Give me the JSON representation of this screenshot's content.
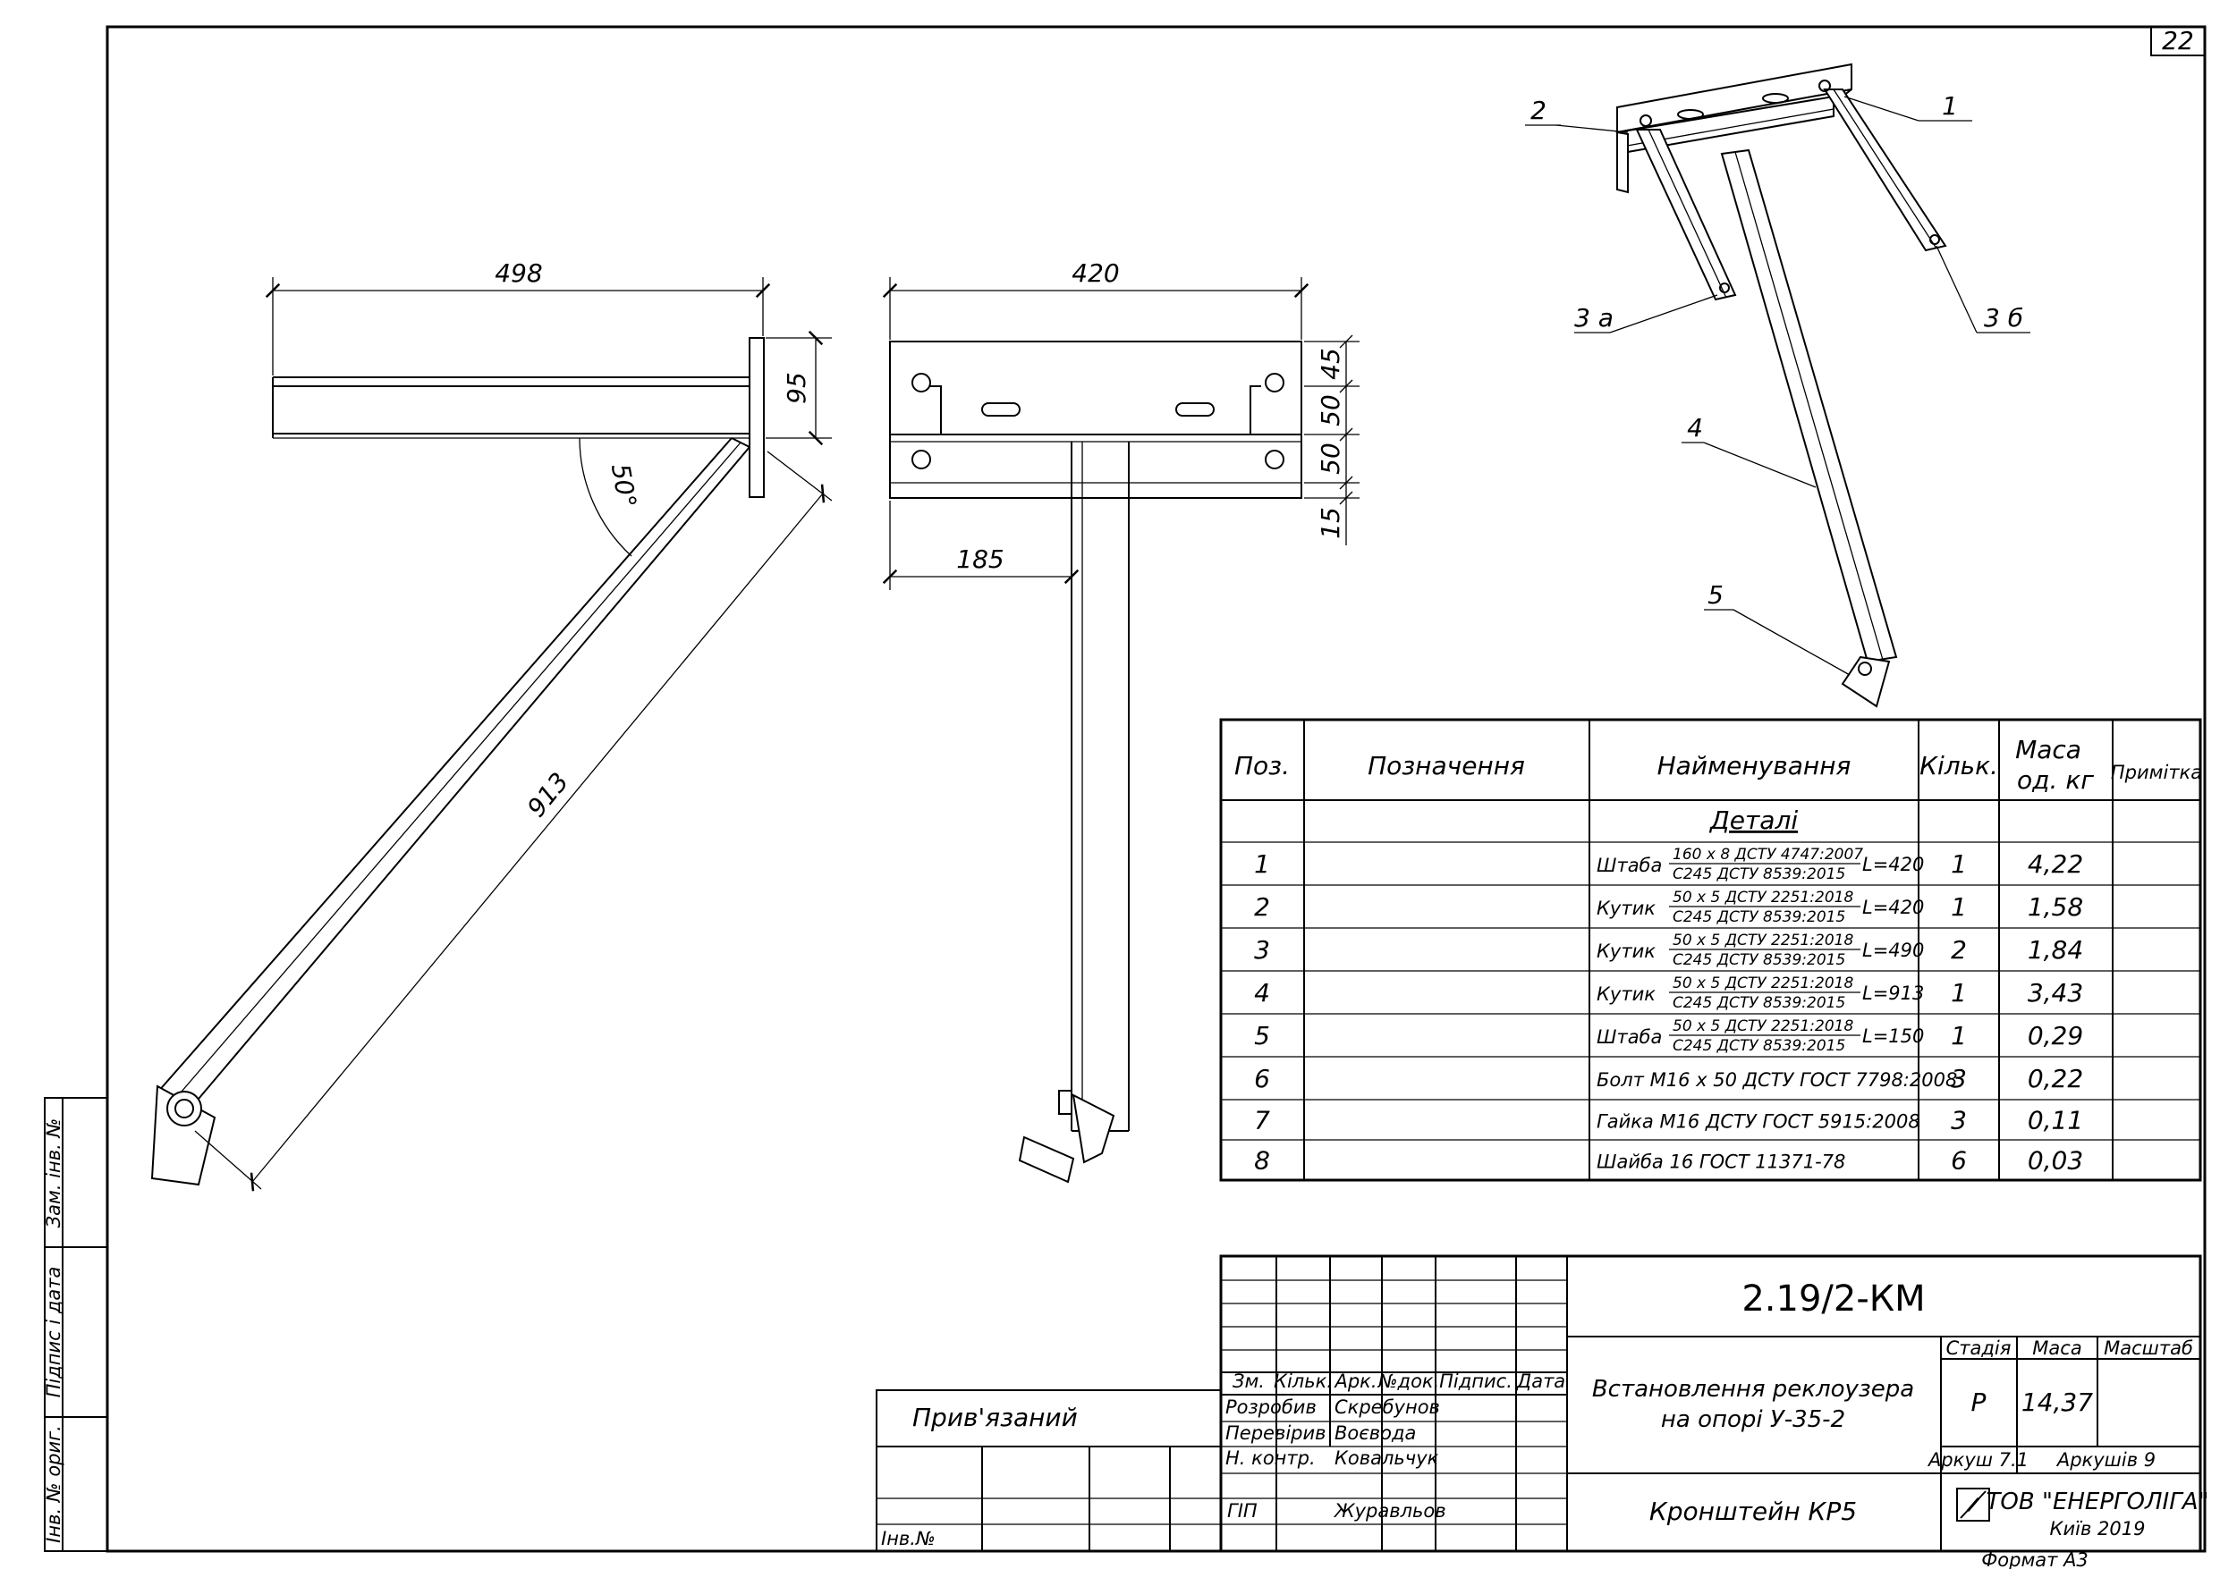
{
  "sheet": {
    "sheet_number": "22",
    "format": "Формат А3"
  },
  "left_side_stamps": {
    "zam_inv": "Зам. інв. №",
    "pidpys": "Підпис і дата",
    "inv_orig": "Інв. № ориг."
  },
  "views": {
    "side": {
      "width": "498",
      "height": "95",
      "angle": "50°",
      "brace_length": "913"
    },
    "front": {
      "width": "420",
      "offset": "185",
      "rows": [
        "45",
        "50",
        "50",
        "15"
      ]
    },
    "iso": {
      "callouts": [
        "1",
        "2",
        "3 а",
        "3 б",
        "4",
        "5"
      ]
    }
  },
  "spec_table": {
    "headers": {
      "pos": "Поз.",
      "designation": "Позначення",
      "name": "Найменування",
      "qty": "Кільк.",
      "mass": "Маса",
      "mass_unit": "од. кг",
      "note": "Примітка"
    },
    "section": "Деталі",
    "rows": [
      {
        "pos": "1",
        "name": "Штаба",
        "num": "160 х 8  ДСТУ 4747:2007",
        "den": "С245  ДСТУ 8539:2015",
        "len": "L=420",
        "qty": "1",
        "mass": "4,22"
      },
      {
        "pos": "2",
        "name": "Кутик",
        "num": "50 х 5  ДСТУ 2251:2018",
        "den": "С245  ДСТУ 8539:2015",
        "len": "L=420",
        "qty": "1",
        "mass": "1,58"
      },
      {
        "pos": "3",
        "name": "Кутик",
        "num": "50 х 5  ДСТУ 2251:2018",
        "den": "С245  ДСТУ 8539:2015",
        "len": "L=490",
        "qty": "2",
        "mass": "1,84"
      },
      {
        "pos": "4",
        "name": "Кутик",
        "num": "50 х 5  ДСТУ 2251:2018",
        "den": "С245  ДСТУ 8539:2015",
        "len": "L=913",
        "qty": "1",
        "mass": "3,43"
      },
      {
        "pos": "5",
        "name": "Штаба",
        "num": "50 х 5  ДСТУ 2251:2018",
        "den": "С245  ДСТУ 8539:2015",
        "len": "L=150",
        "qty": "1",
        "mass": "0,29"
      },
      {
        "pos": "6",
        "name": "Болт М16 х 50  ДСТУ ГОСТ  7798:2008",
        "num": "",
        "den": "",
        "len": "",
        "qty": "3",
        "mass": "0,22"
      },
      {
        "pos": "7",
        "name": "Гайка М16  ДСТУ ГОСТ  5915:2008",
        "num": "",
        "den": "",
        "len": "",
        "qty": "3",
        "mass": "0,11"
      },
      {
        "pos": "8",
        "name": "Шайба  16  ГОСТ  11371-78",
        "num": "",
        "den": "",
        "len": "",
        "qty": "6",
        "mass": "0,03"
      }
    ]
  },
  "title_block": {
    "doc_code": "2.19/2-КМ",
    "project_title_1": "Встановлення реклоузера",
    "project_title_2": "на опорі У-35-2",
    "drawing_title": "Кронштейн КР5",
    "col_headers": [
      "Зм.",
      "Кільк.",
      "Арк.",
      "№док.",
      "Підпис.",
      "Дата"
    ],
    "roles": [
      {
        "role": "Розробив",
        "name": "Скребунов"
      },
      {
        "role": "Перевірив",
        "name": "Воєвода"
      },
      {
        "role": "Н. контр.",
        "name": "Ковальчук"
      },
      {
        "role": "ГІП",
        "name": "Журавльов"
      }
    ],
    "stage_label": "Стадія",
    "mass_label": "Маса",
    "scale_label": "Масштаб",
    "stage": "Р",
    "mass": "14,37",
    "sheet_label": "Аркуш  7.1",
    "sheets_label": "Аркушів  9",
    "company": "ТОВ  \"ЕНЕРГОЛІГА\"",
    "city_year": "Київ  2019",
    "pryviazanyi": "Прив'язаний",
    "inv_no": "Інв.№"
  }
}
